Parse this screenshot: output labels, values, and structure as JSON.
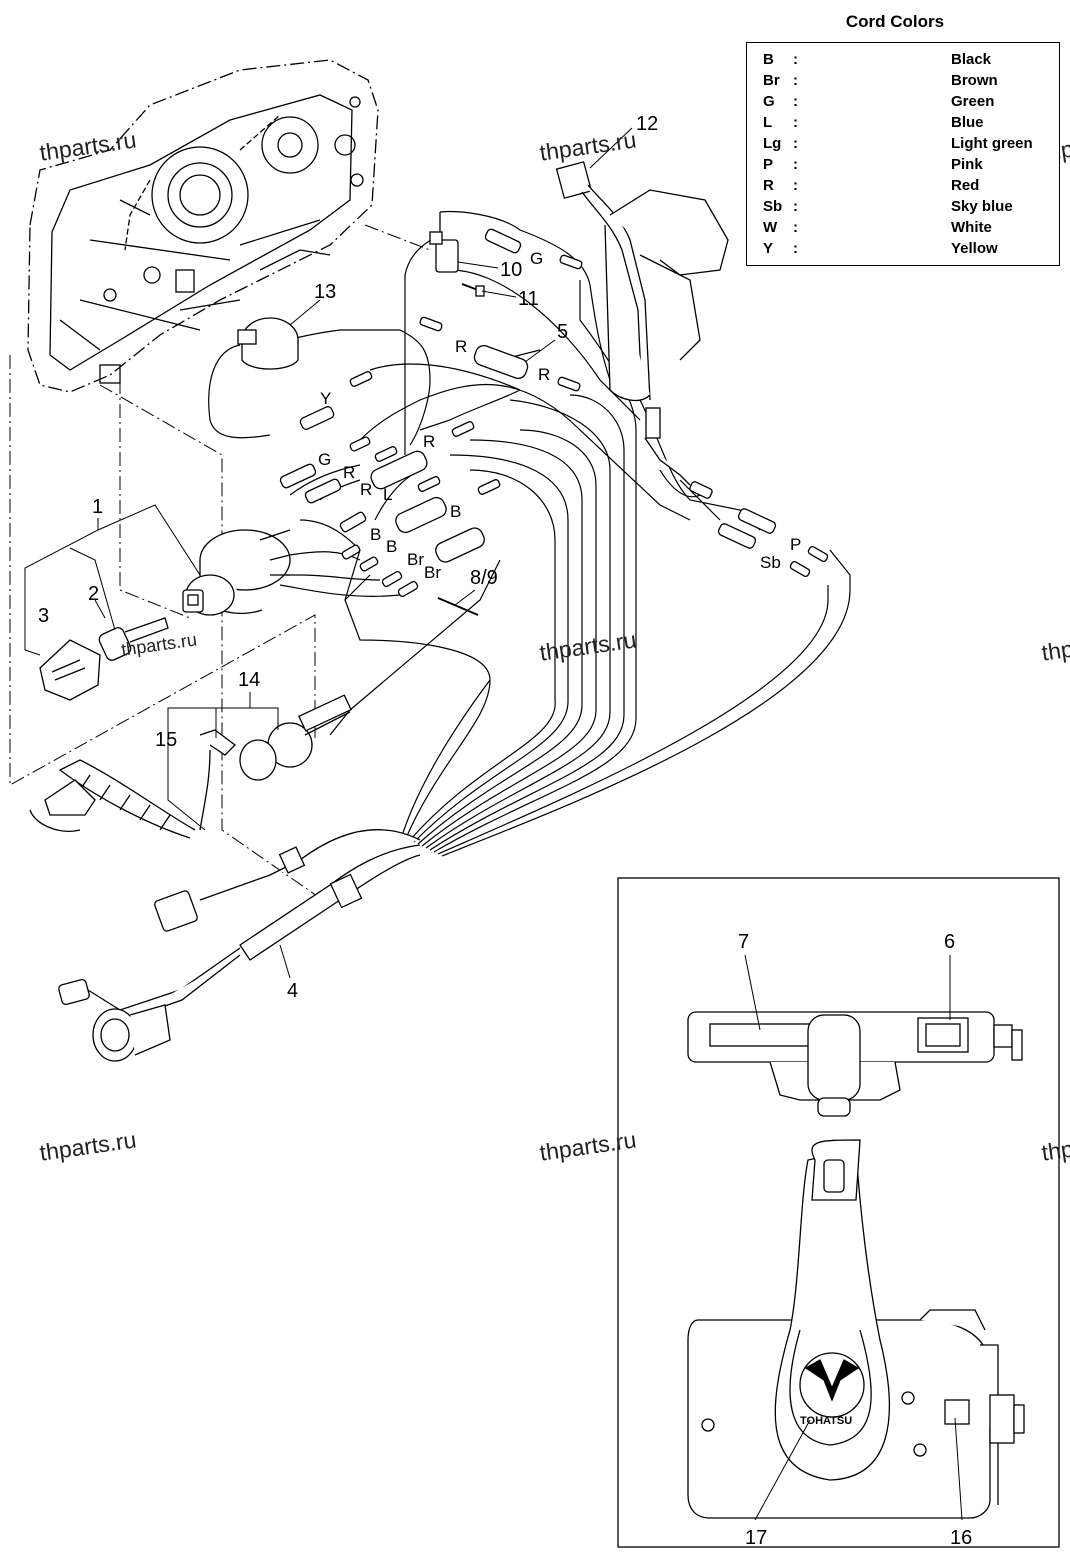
{
  "cord_colors": {
    "title": "Cord Colors",
    "entries": [
      {
        "code": "B",
        "name": "Black"
      },
      {
        "code": "Br",
        "name": "Brown"
      },
      {
        "code": "G",
        "name": "Green"
      },
      {
        "code": "L",
        "name": "Blue"
      },
      {
        "code": "Lg",
        "name": "Light green"
      },
      {
        "code": "P",
        "name": "Pink"
      },
      {
        "code": "R",
        "name": "Red"
      },
      {
        "code": "Sb",
        "name": "Sky blue"
      },
      {
        "code": "W",
        "name": "White"
      },
      {
        "code": "Y",
        "name": "Yellow"
      }
    ]
  },
  "watermark": "thparts.ru",
  "part_numbers": [
    "1",
    "2",
    "3",
    "4",
    "5",
    "6",
    "7",
    "8/9",
    "10",
    "11",
    "12",
    "13",
    "14",
    "15",
    "16",
    "17"
  ],
  "wire_labels": [
    "G",
    "R",
    "Y",
    "R",
    "G",
    "R",
    "R",
    "R",
    "L",
    "B",
    "B",
    "B",
    "Br",
    "Br",
    "P",
    "Sb"
  ],
  "brand": "TOHATSU"
}
